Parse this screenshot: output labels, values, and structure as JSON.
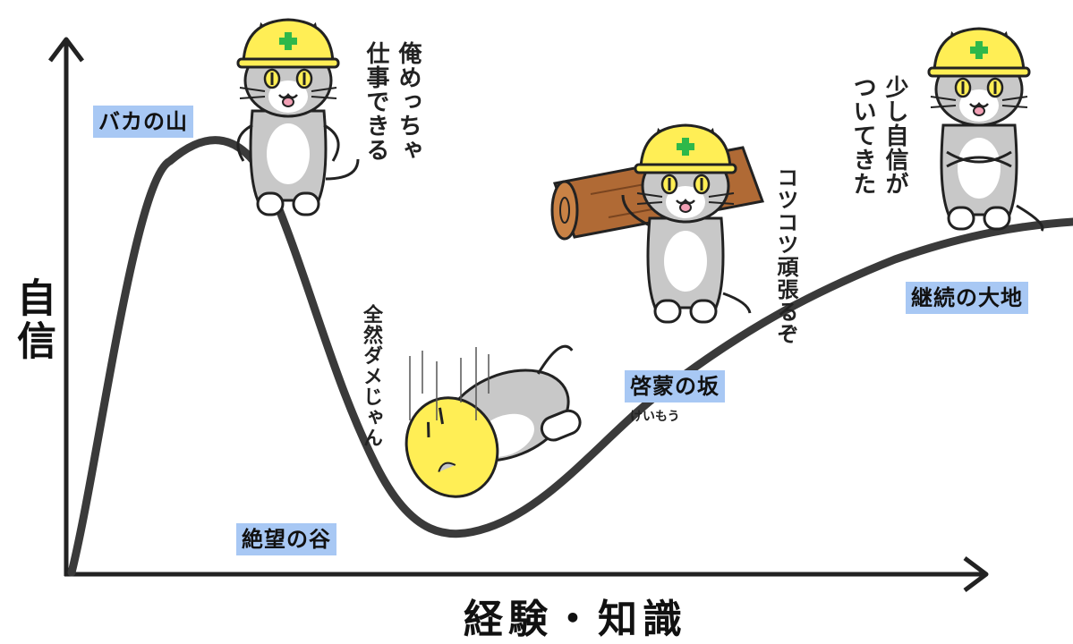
{
  "axes": {
    "y_label": "自信",
    "x_label": "経験・知識"
  },
  "stages": {
    "peak": "バカの山",
    "valley": "絶望の谷",
    "slope": "啓蒙の坂",
    "slope_reading": "けいもう",
    "plateau": "継続の大地"
  },
  "speech": {
    "peak_cat": "俺めっちゃ\n仕事できる",
    "valley_cat": "全然ダメじゃん",
    "slope_cat": "コツコツ頑張るぞ",
    "plateau_cat": "少し自信が\nついてきた"
  },
  "colors": {
    "label_bg": "#a8c8f4",
    "curve": "#3a3a3a",
    "helmet": "#ffee55",
    "cat_gray": "#c8c8c8",
    "log": "#b06a35"
  },
  "icons": [
    "cat-peak-icon",
    "cat-valley-icon",
    "cat-slope-icon",
    "cat-plateau-icon",
    "log-icon"
  ]
}
